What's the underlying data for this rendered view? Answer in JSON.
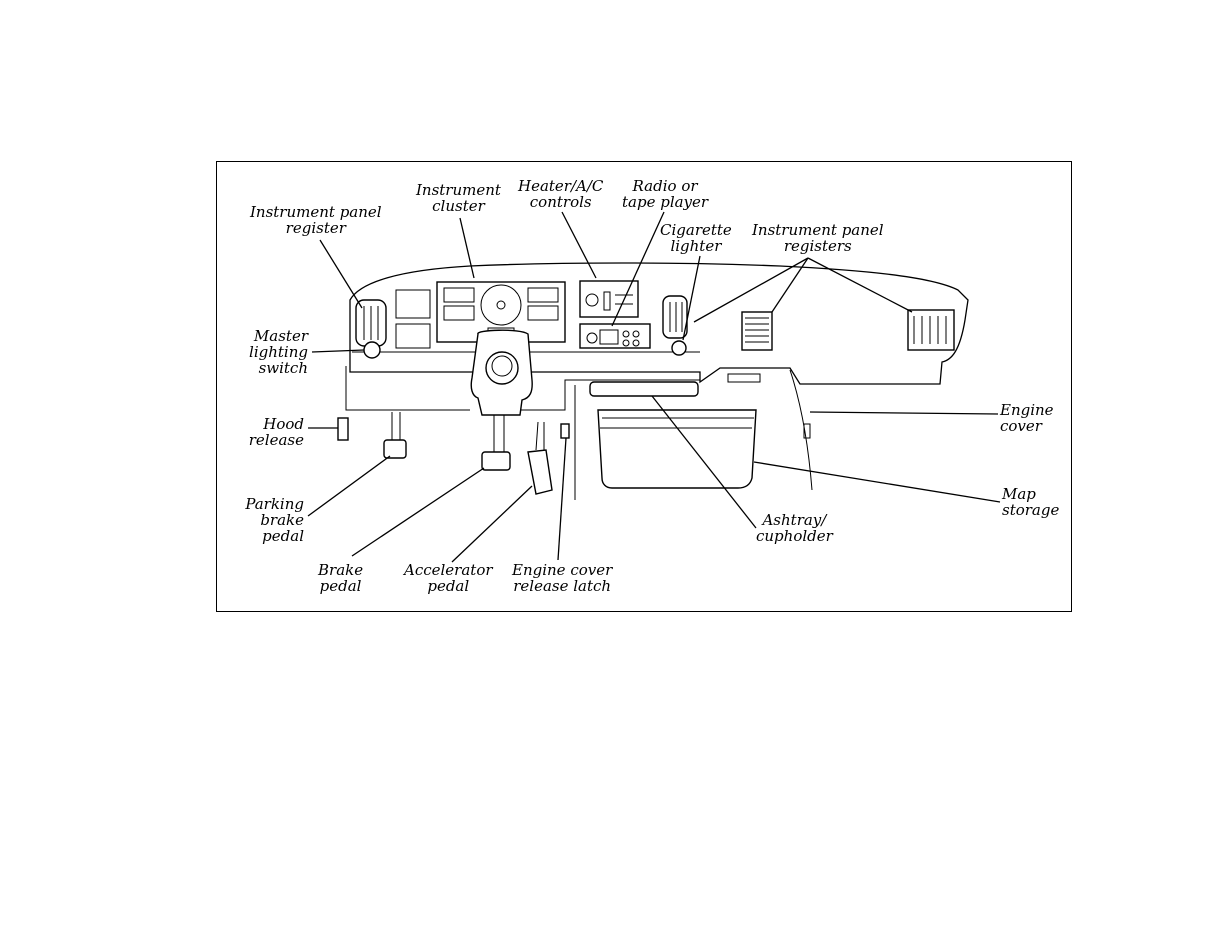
{
  "labels": {
    "ip_register": [
      "Instrument panel",
      "register"
    ],
    "instrument_cluster": [
      "Instrument",
      "cluster"
    ],
    "heater_ac": [
      "Heater/A/C",
      "controls"
    ],
    "radio": [
      "Radio or",
      "tape player"
    ],
    "cig_lighter": [
      "Cigarette",
      "lighter"
    ],
    "ip_registers": [
      "Instrument panel",
      "registers"
    ],
    "master_lighting": [
      "Master",
      "lighting",
      "switch"
    ],
    "hood_release": [
      "Hood",
      "release"
    ],
    "parking_brake": [
      "Parking",
      "brake",
      "pedal"
    ],
    "brake_pedal": [
      "Brake",
      "pedal"
    ],
    "accelerator": [
      "Accelerator",
      "pedal"
    ],
    "engine_cover_latch": [
      "Engine cover",
      "release latch"
    ],
    "ashtray": [
      "Ashtray/",
      "cupholder"
    ],
    "engine_cover": [
      "Engine",
      "cover"
    ],
    "map_storage": [
      "Map",
      "storage"
    ]
  }
}
